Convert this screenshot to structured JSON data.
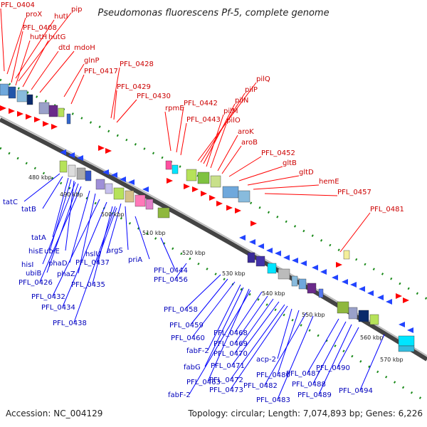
{
  "title": "Pseudomonas fluorescens Pf-5, complete genome",
  "footer": {
    "accession": "Accession: NC_004129",
    "topology": "Topology: circular; Length: 7,074,893 bp; Genes: 6,226"
  },
  "kbp_labels": [
    "480 kbp",
    "490 kbp",
    "500 kbp",
    "510 kbp",
    "520 kbp",
    "530 kbp",
    "540 kbp",
    "550 kbp",
    "560 kbp",
    "570 kbp"
  ],
  "top_labels": [
    "PFL_0404",
    "proX",
    "hutI",
    "pip",
    "PFL_0408",
    "hutH",
    "hutG",
    "dtd",
    "mdoH",
    "glnP",
    "PFL_0417",
    "PFL_0428",
    "PFL_0429",
    "PFL_0430",
    "rpmE",
    "PFL_0442",
    "PFL_0443",
    "pilQ",
    "pilP",
    "pilN",
    "pilM",
    "pilO",
    "aroK",
    "aroB",
    "PFL_0452",
    "gltB",
    "gltD",
    "hemE",
    "PFL_0457",
    "PFL_0481"
  ],
  "bottom_labels": [
    "tatC",
    "tatB",
    "tatA",
    "hisE",
    "ubiE",
    "hisI",
    "ubiB",
    "PFL_0426",
    "phaD",
    "phaZ",
    "PFL_0432",
    "PFL_0434",
    "PFL_0438",
    "hslU",
    "argS",
    "PFL_0437",
    "PFL_0435",
    "priA",
    "PFL_0444",
    "PFL_0456",
    "PFL_0458",
    "PFL_0459",
    "PFL_0460",
    "fabF-2",
    "fabG",
    "PFL_0463",
    "fabF-2",
    "PFL_0468",
    "PFL_0469",
    "PFL_0470",
    "PFL_0471",
    "PFL_0472",
    "PFL_0473",
    "acp-2",
    "PFL_0480",
    "PFL_0482",
    "PFL_0483",
    "PFL_0487",
    "PFL_0488",
    "PFL_0489",
    "PFL_0490",
    "PFL_0494"
  ]
}
